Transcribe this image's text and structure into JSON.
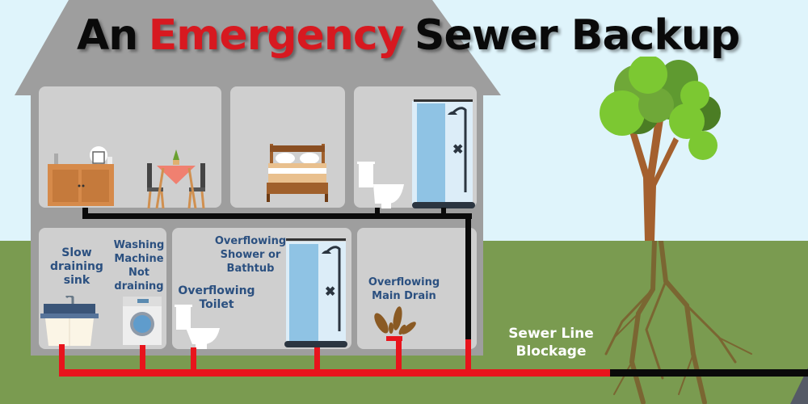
{
  "title": {
    "part1": "An",
    "part2": "Emergency",
    "part3": "Sewer Backup",
    "colors": {
      "dark": "#0a0a0a",
      "accent": "#d71920"
    }
  },
  "upper_floor": {
    "rooms": [
      {
        "name": "kitchen-dining",
        "icons": [
          "kitchen-cabinet-icon",
          "sink-faucet-icon",
          "dining-table-icon",
          "chair-icon",
          "plant-icon"
        ]
      },
      {
        "name": "bedroom",
        "icons": [
          "bed-icon"
        ]
      },
      {
        "name": "bathroom",
        "icons": [
          "toilet-icon",
          "shower-icon"
        ]
      }
    ]
  },
  "lower_floor": {
    "labels": {
      "sink": "Slow draining sink",
      "washer": "Washing Machine Not draining",
      "toilet": "Overflowing Toilet",
      "shower": "Overflowing Shower or Bathtub",
      "drain": "Overflowing Main Drain"
    },
    "label_lines": {
      "sink": [
        "Slow",
        "draining",
        "sink"
      ],
      "washer": [
        "Washing",
        "Machine",
        "Not",
        "draining"
      ],
      "toilet": [
        "Overflowing",
        "Toilet"
      ],
      "shower": [
        "Overflowing",
        "Shower or",
        "Bathtub"
      ],
      "drain": [
        "Overflowing",
        "Main Drain"
      ]
    }
  },
  "sewer": {
    "label_lines": [
      "Sewer Line",
      "Blockage"
    ],
    "pipe_colors": {
      "backup": "#e8141c",
      "normal": "#0a0a0a"
    }
  },
  "colors": {
    "sky": "#dff4fb",
    "ground": "#7a9b50",
    "house": "#9e9e9e",
    "room": "#cfcfcf",
    "label_text": "#2b5080"
  }
}
